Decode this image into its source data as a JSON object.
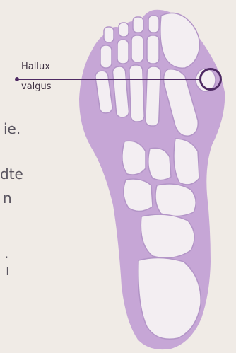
{
  "annotation": {
    "line1": "Hallux",
    "line2": "valgus"
  },
  "background_text_fragments": [
    "ie.",
    "dte",
    "n",
    ".",
    "ı"
  ],
  "colors": {
    "background": "#f0ebe6",
    "foot": "#c6a6d6",
    "bones": "#f3eef2",
    "bone_outline": "#b395c7",
    "marker": "#4e2a63",
    "text": "#5a5560"
  }
}
